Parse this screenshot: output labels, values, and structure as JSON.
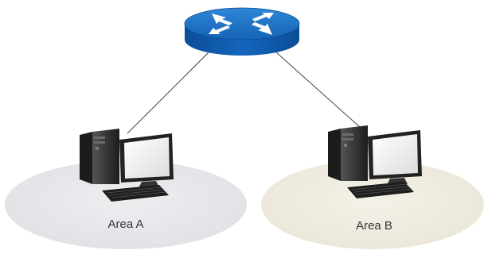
{
  "diagram": {
    "nodes": [
      {
        "id": "router",
        "kind": "router",
        "icon": "router-icon"
      },
      {
        "id": "pc-a",
        "kind": "computer",
        "icon": "desktop-computer-icon",
        "area": "area-a"
      },
      {
        "id": "pc-b",
        "kind": "computer",
        "icon": "desktop-computer-icon",
        "area": "area-b"
      }
    ],
    "links": [
      {
        "from": "router",
        "to": "pc-a"
      },
      {
        "from": "router",
        "to": "pc-b"
      }
    ],
    "areas": [
      {
        "id": "area-a",
        "label": "Area A",
        "fill": "#e6e7e9"
      },
      {
        "id": "area-b",
        "label": "Area B",
        "fill": "#efebe0"
      }
    ],
    "colors": {
      "router_top": "#1a6fc4",
      "router_side": "#0d4f99",
      "router_arrows": "#ffffff",
      "link_line": "#444444",
      "computer_body": "#2b2b2b",
      "monitor_screen": "#ffffff"
    }
  }
}
